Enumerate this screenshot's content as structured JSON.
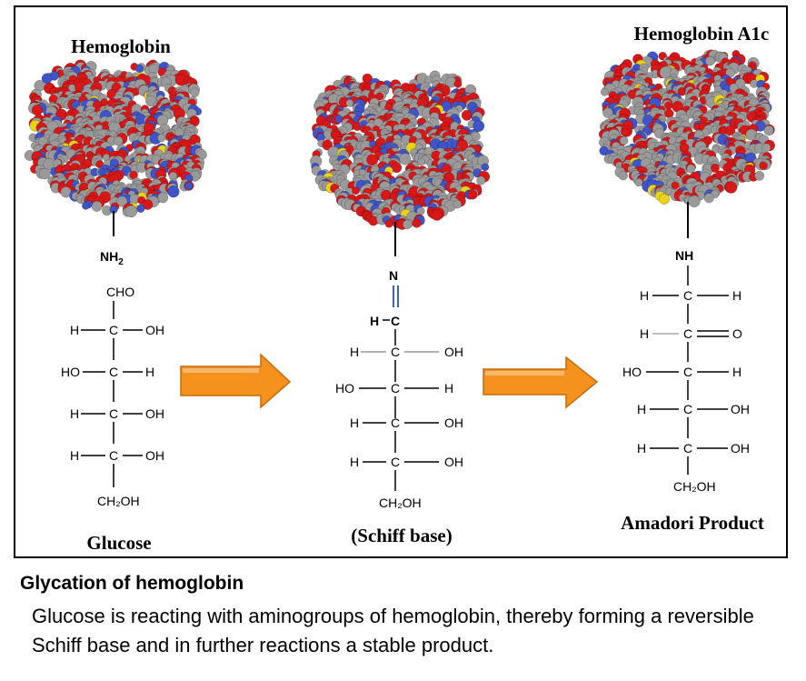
{
  "labels": {
    "hemoglobin": "Hemoglobin",
    "hba1c": "Hemoglobin A1c",
    "glucose": "Glucose",
    "schiff": "(Schiff base)",
    "amadori": "Amadori Product"
  },
  "glucose": {
    "amine": "NH",
    "amine_sub": "2",
    "cho": "CHO",
    "c": "C",
    "h": "H",
    "oh": "OH",
    "ho": "HO",
    "ch2oh": "CH₂OH"
  },
  "schiff": {
    "n": "N",
    "c": "C",
    "h": "H",
    "oh": "OH",
    "ho": "HO",
    "ch2oh": "CH₂OH"
  },
  "amadori": {
    "nh": "NH",
    "c": "C",
    "h": "H",
    "o": "O",
    "oh": "OH",
    "ho": "HO",
    "ch2oh": "CH₂OH"
  },
  "caption": {
    "title": "Glycation of hemoglobin",
    "body": "Glucose is reacting with aminogroups of hemoglobin, thereby forming a reversible Schiff base and in further reactions a stable product."
  },
  "colors": {
    "arrow_fill": "#f5921e",
    "arrow_stroke": "#c56a0e",
    "oxygen_atom": "#d81818",
    "nitrogen_atom": "#3e54c8",
    "carbon_atom": "#9a9a9a",
    "double_bond": "#3a64b8"
  },
  "icons": [
    "hemoglobin-molecule-icon",
    "reaction-arrow-icon"
  ]
}
